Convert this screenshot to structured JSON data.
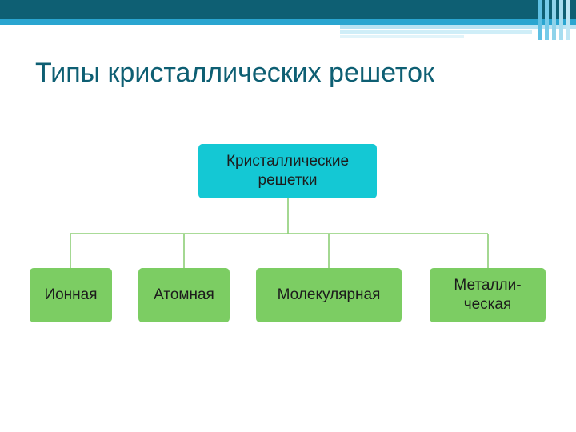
{
  "title": "Типы кристаллических решеток",
  "diagram": {
    "root": {
      "label": "Кристаллические\nрешетки"
    },
    "children": [
      {
        "label": "Ионная"
      },
      {
        "label": "Атомная"
      },
      {
        "label": "Молекулярная"
      },
      {
        "label": "Металли-\nческая"
      }
    ]
  },
  "colors": {
    "header_dark": "#0e5f73",
    "header_light": "#8fd3ea",
    "title": "#0e5f73",
    "root_fill": "#14c8d4",
    "leaf_fill": "#7ccd63",
    "connector": "#8dcf77"
  }
}
